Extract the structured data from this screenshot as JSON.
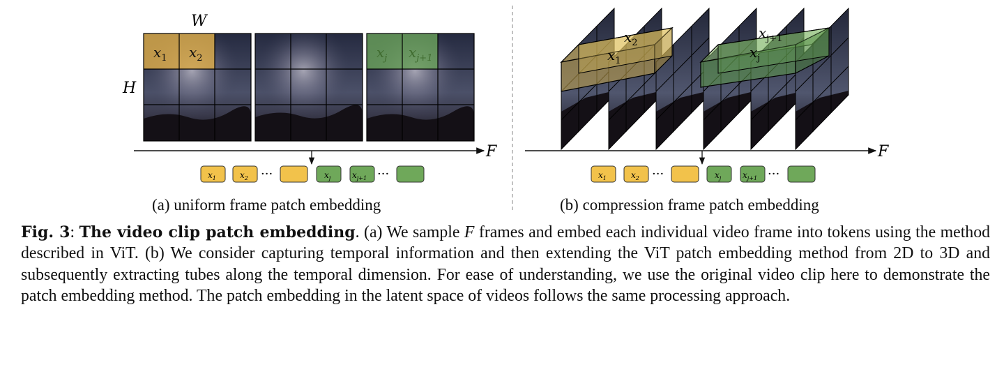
{
  "panel_a": {
    "label_w": "W",
    "label_h": "H",
    "label_f": "F",
    "patch_labels": [
      "x",
      "x"
    ],
    "patch_subs": [
      "1",
      "2"
    ],
    "patch_labels_green": [
      "x",
      "x"
    ],
    "patch_subs_green": [
      "j",
      "j+1"
    ],
    "tokens": [
      {
        "base": "x",
        "sub": "1",
        "kind": "yellow"
      },
      {
        "base": "x",
        "sub": "2",
        "kind": "yellow"
      },
      {
        "base": "",
        "sub": "",
        "kind": "yellow"
      },
      {
        "base": "x",
        "sub": "j",
        "kind": "green"
      },
      {
        "base": "x",
        "sub": "j+1",
        "kind": "green"
      },
      {
        "base": "",
        "sub": "",
        "kind": "green"
      }
    ],
    "caption": "(a) uniform frame patch embedding"
  },
  "panel_b": {
    "label_f": "F",
    "cube_labels_yellow": [
      {
        "base": "x",
        "sub": "2"
      },
      {
        "base": "x",
        "sub": "1"
      }
    ],
    "cube_labels_green": [
      {
        "base": "x",
        "sub": "j+1"
      },
      {
        "base": "x",
        "sub": "j"
      }
    ],
    "tokens": [
      {
        "base": "x",
        "sub": "1",
        "kind": "yellow"
      },
      {
        "base": "x",
        "sub": "2",
        "kind": "yellow"
      },
      {
        "base": "",
        "sub": "",
        "kind": "yellow"
      },
      {
        "base": "x",
        "sub": "j",
        "kind": "green"
      },
      {
        "base": "x",
        "sub": "j+1",
        "kind": "green"
      },
      {
        "base": "",
        "sub": "",
        "kind": "green"
      }
    ],
    "caption": "(b) compression frame patch embedding"
  },
  "ellipsis": "···",
  "colors": {
    "yellow": "#f2c24b",
    "green": "#6fa85a",
    "sky_top": "#2a2e45",
    "sky_bottom": "#4a4f66",
    "ground": "#15121a"
  },
  "caption": {
    "label": "Fig. 3",
    "colon": ": ",
    "title": "The video clip patch embedding",
    "part1": ". (a) We sample ",
    "var": "F",
    "part2": " frames and embed each individual video frame into tokens using the method described in ViT. (b) We consider capturing temporal information and then extending the ViT patch embedding method from 2D to 3D and subsequently extracting tubes along the temporal dimension. For ease of understanding, we use the original video clip here to demonstrate the patch embedding method. The patch embedding in the latent space of videos follows the same processing approach."
  }
}
